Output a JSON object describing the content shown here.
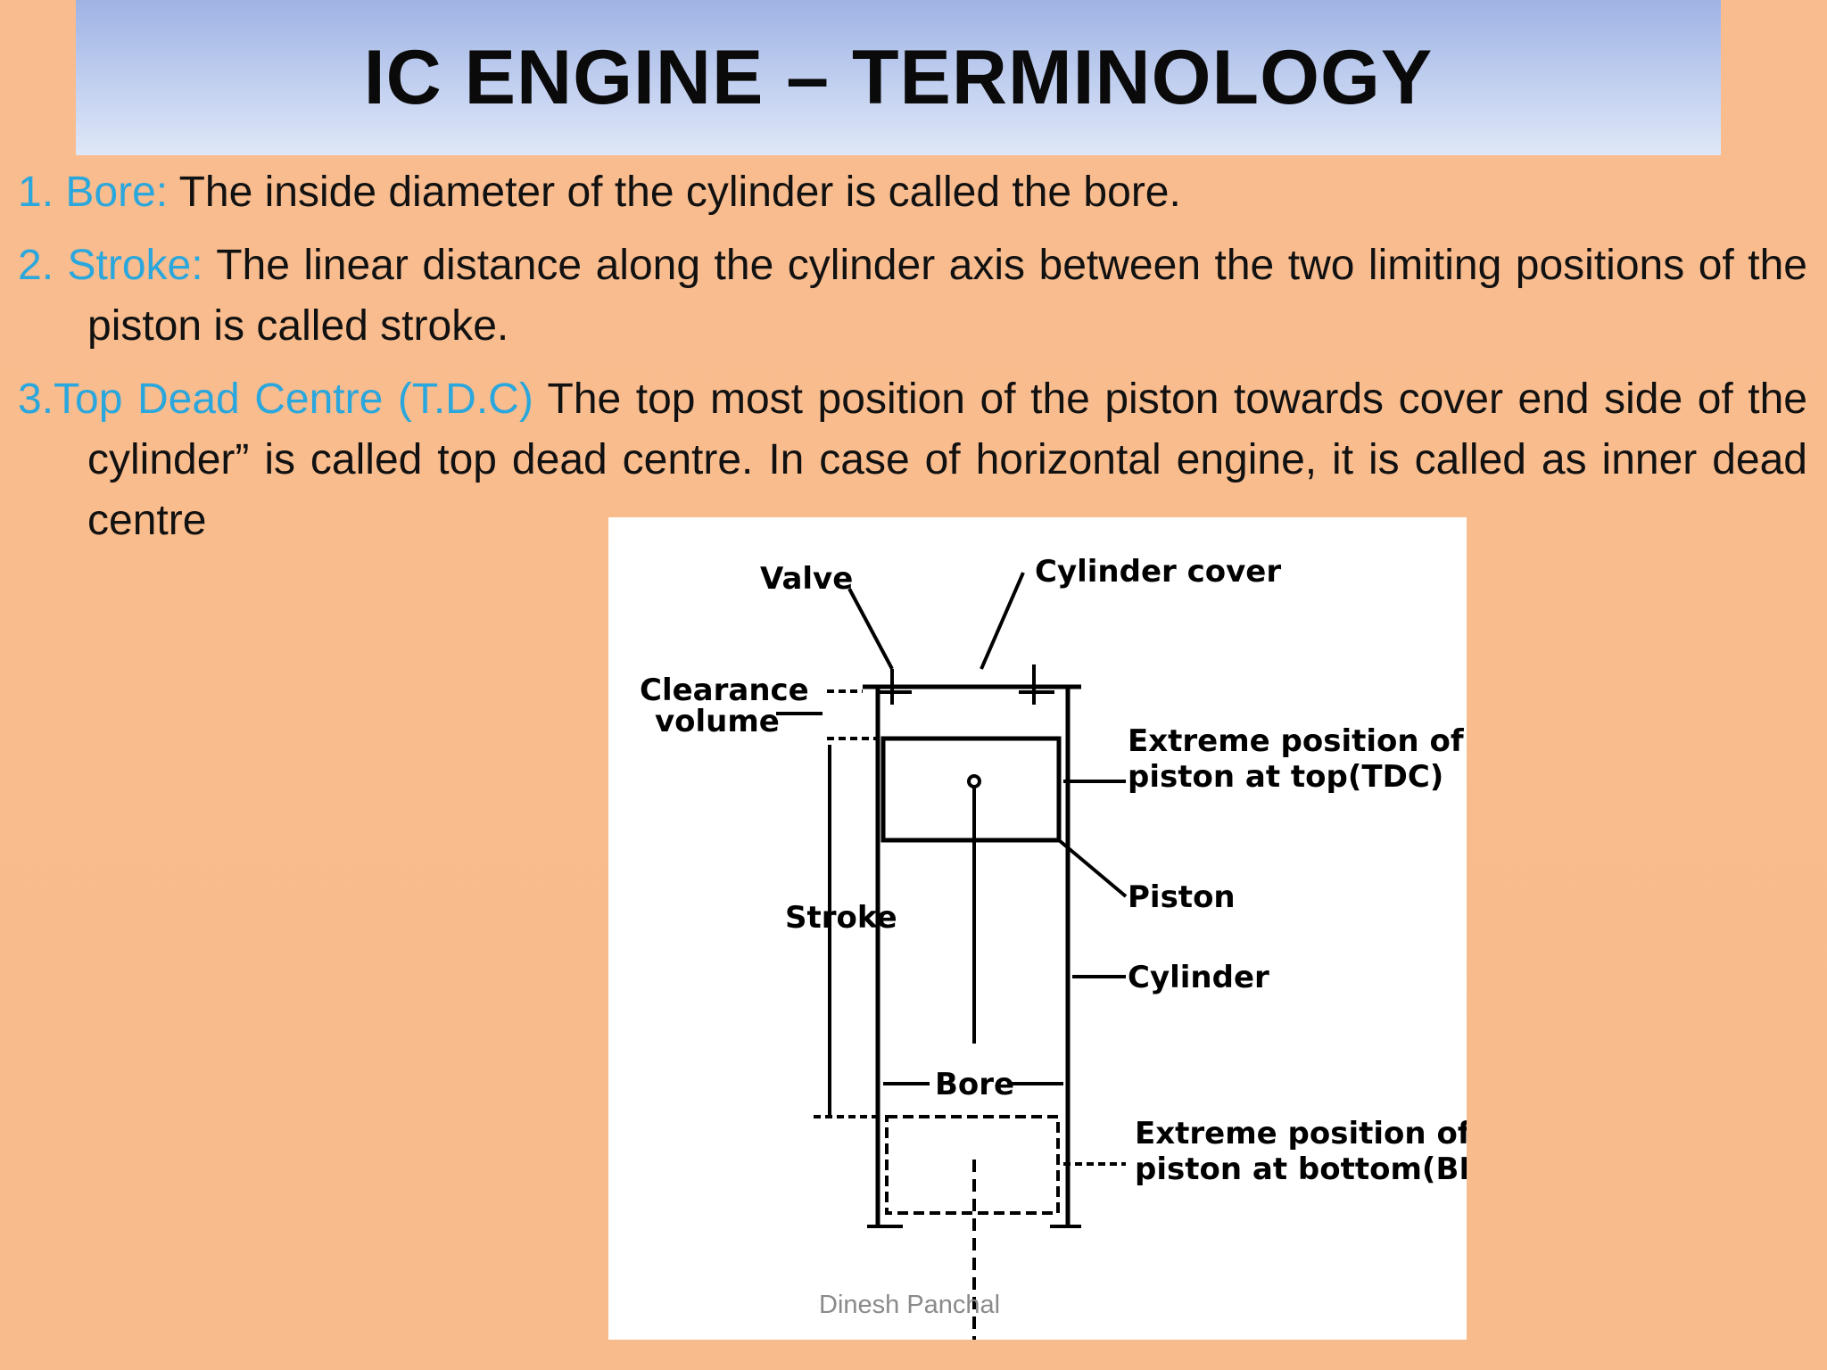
{
  "slide": {
    "title": "IC ENGINE – TERMINOLOGY",
    "footer": "Dinesh Panchal"
  },
  "items": [
    {
      "term": "1. Bore:",
      "text": " The inside diameter of the cylinder is called the bore."
    },
    {
      "term": "2. Stroke:",
      "text": " The linear distance along the cylinder axis between the two limiting positions of the piston is called stroke."
    },
    {
      "term": "3.Top Dead Centre (T.D.C)",
      "text": " The top most position of the piston towards cover end side of the cylinder” is called top dead centre. In case of horizontal engine, it is called as inner dead centre"
    }
  ],
  "diagram": {
    "valve": "Valve",
    "cylinder_cover": "Cylinder cover",
    "clearance_1": "Clearance",
    "clearance_2": "volume",
    "tdc_1": "Extreme position of",
    "tdc_2": "piston at top(TDC)",
    "piston": "Piston",
    "stroke": "Stroke",
    "cylinder": "Cylinder",
    "bore": "Bore",
    "bdc_1": "Extreme position of",
    "bdc_2": "piston at bottom(BDC)"
  }
}
